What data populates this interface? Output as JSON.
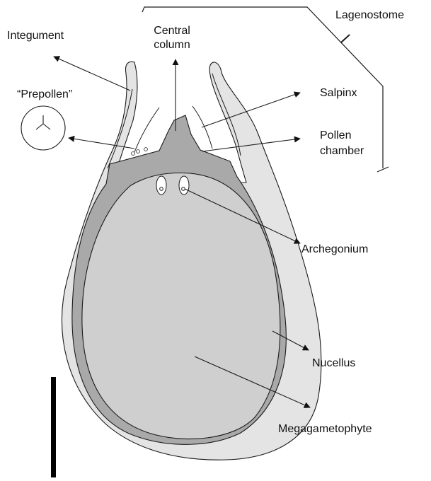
{
  "labels": {
    "integument": "Integument",
    "central_column_line1": "Central",
    "central_column_line2": "column",
    "lagenostome": "Lagenostome",
    "prepollen": "“Prepollen”",
    "salpinx": "Salpinx",
    "pollen_chamber_line1": "Pollen",
    "pollen_chamber_line2": "chamber",
    "archegonium": "Archegonium",
    "nucellus": "Nucellus",
    "megagametophyte": "Megagametophyte"
  },
  "colors": {
    "integument_fill": "#e4e4e4",
    "nucellus_fill": "#a9a9a9",
    "megagametophyte_fill": "#cfcfcf",
    "outline": "#1a1a1a"
  }
}
